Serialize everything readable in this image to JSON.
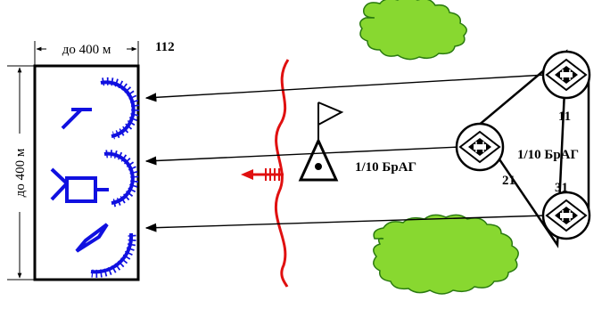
{
  "labels": {
    "width_dimension": "до 400 м",
    "height_dimension": "до 400 м",
    "target_area_number": "112",
    "unit_11": "11",
    "unit_21": "21",
    "unit_31": "31",
    "battery_left": "1/10 БрАГ",
    "battery_right": "1/10 БрАГ"
  },
  "colors": {
    "target_symbols": "#1010e0",
    "front_line": "#e01010",
    "vegetation_fill": "#88d830",
    "vegetation_stroke": "#2a7a10",
    "lines": "#000000"
  },
  "icons": {
    "vegetation": "bush-area-icon",
    "observation_post": "observation-post-flag-icon",
    "gun_positions": "artillery-gun-icon",
    "fire_direction": "fire-direction-arrow-icon"
  }
}
